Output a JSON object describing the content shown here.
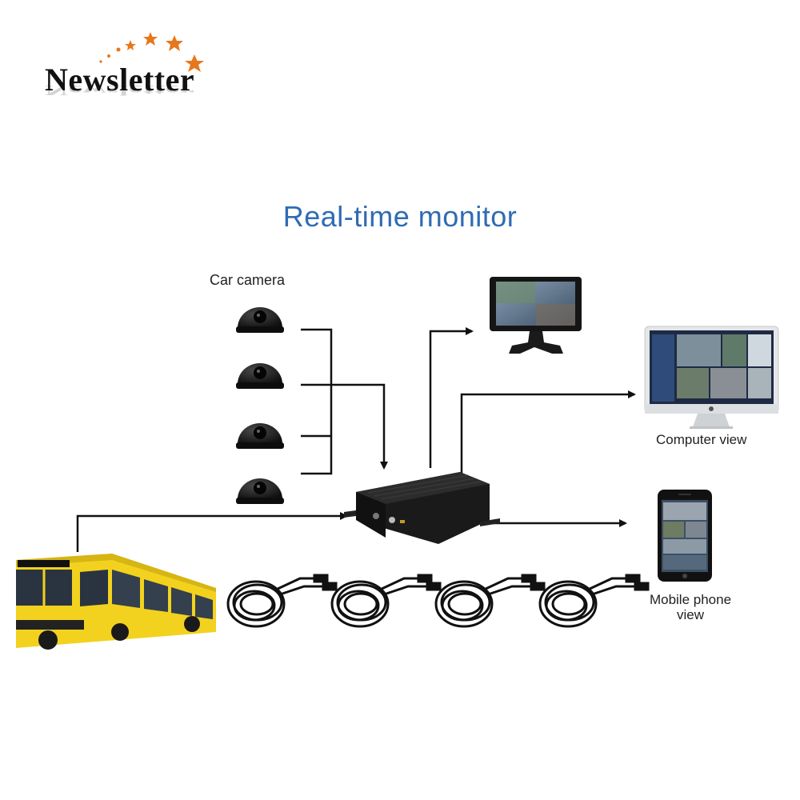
{
  "logo": {
    "text": "Newsletter"
  },
  "title": "Real-time monitor",
  "labels": {
    "car_camera": "Car camera",
    "computer_view": "Computer view",
    "mobile_view_line1": "Mobile phone",
    "mobile_view_line2": "view"
  },
  "colors": {
    "title": "#2f6cb3",
    "bus_body": "#f2d21e",
    "star": "#e8761b",
    "device": "#1b1b1b"
  },
  "icons": [
    "star-icon",
    "dome-camera-icon",
    "dvr-box-icon",
    "car-monitor-icon",
    "desktop-computer-icon",
    "smartphone-icon",
    "bus-icon",
    "cable-icon"
  ]
}
